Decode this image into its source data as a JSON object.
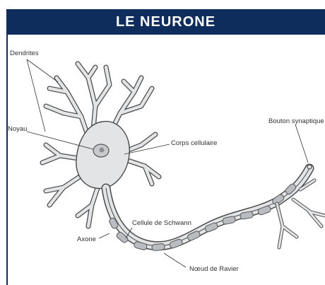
{
  "header": {
    "title": "LE NEURONE"
  },
  "colors": {
    "header_bg": "#0e2c5c",
    "cell_fill": "#e3e4e6",
    "outline": "#4a4a4a",
    "myelin": "#b9bcc0"
  },
  "labels": {
    "dendrites": "Dendrites",
    "noyau": "Noyau",
    "corps": "Corps cellulaire",
    "bouton": "Bouton synaptique",
    "schwann": "Cellule de Schwann",
    "axone": "Axone",
    "ranvier": "Nœud de Ravier"
  }
}
